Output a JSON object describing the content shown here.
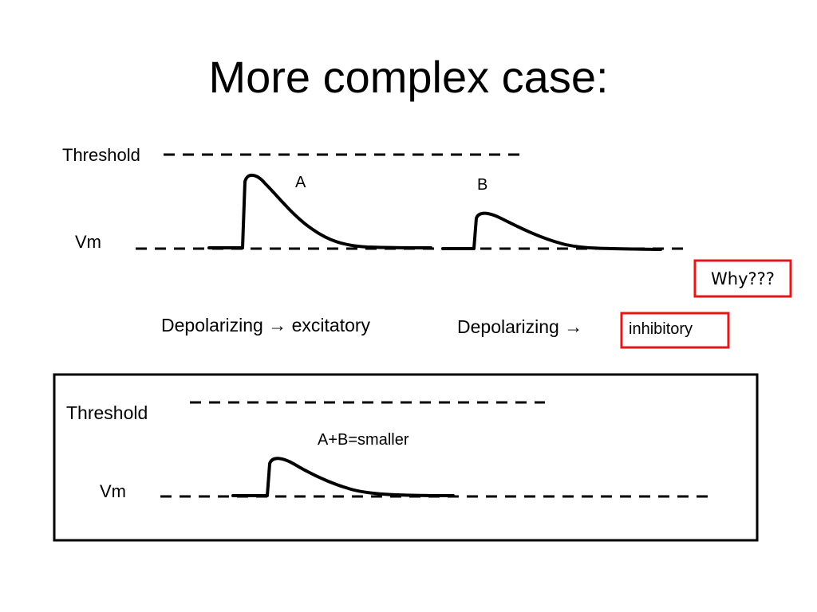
{
  "slide": {
    "title": "More complex case:"
  },
  "top_panel": {
    "threshold_label": "Threshold",
    "vm_label": "Vm",
    "trace_a_label": "A",
    "trace_b_label": "B",
    "caption_left": "Depolarizing → excitatory",
    "caption_right": "Depolarizing →",
    "inhibitory_label": "inhibitory",
    "why_label": "Why???"
  },
  "bottom_panel": {
    "threshold_label": "Threshold",
    "vm_label": "Vm",
    "sum_label": "A+B=smaller"
  },
  "colors": {
    "highlight": "#e01818",
    "ink": "#000000"
  }
}
